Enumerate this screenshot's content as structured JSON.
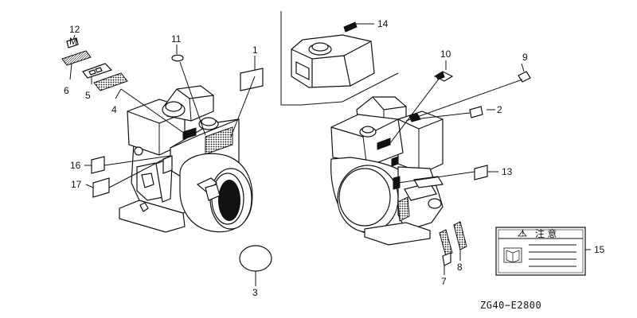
{
  "diagram": {
    "code": "ZG40−E2800",
    "callouts": [
      "1",
      "2",
      "3",
      "4",
      "5",
      "6",
      "7",
      "8",
      "9",
      "10",
      "11",
      "12",
      "13",
      "14",
      "15",
      "16",
      "17"
    ],
    "label_15_title": "注 意"
  }
}
